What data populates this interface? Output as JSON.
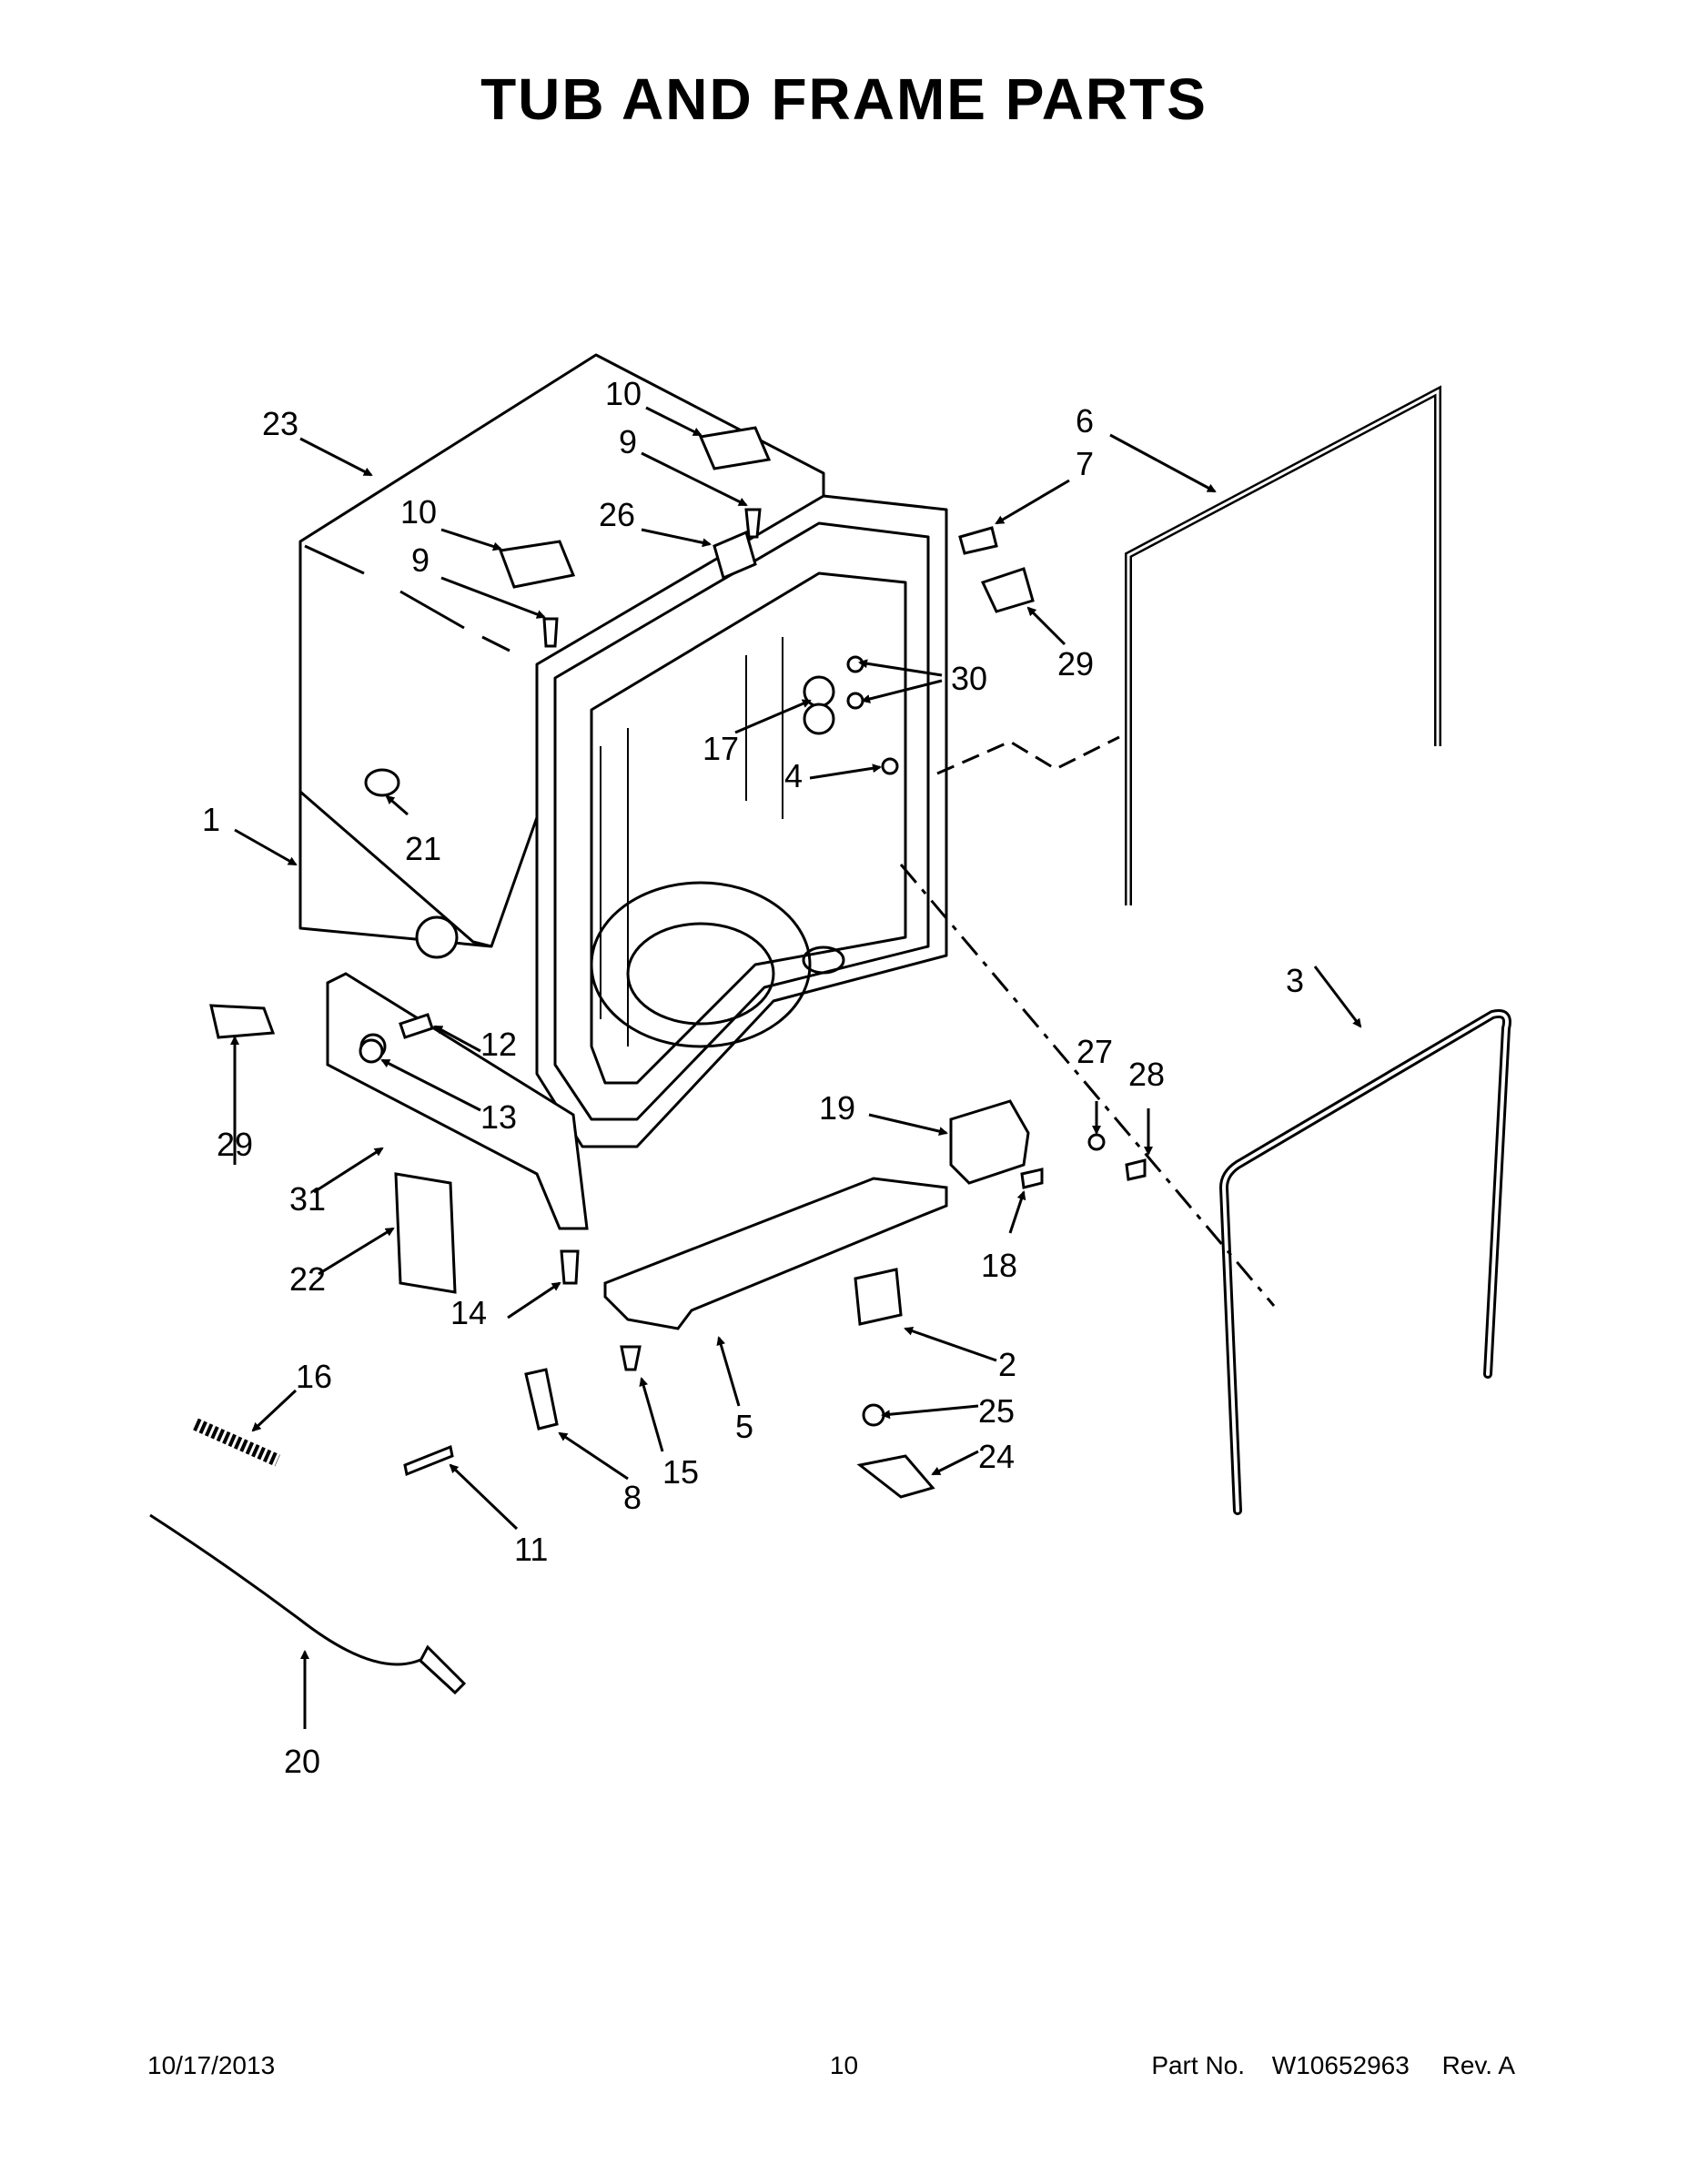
{
  "title": "TUB AND FRAME PARTS",
  "callouts": [
    "1",
    "2",
    "3",
    "4",
    "5",
    "6",
    "7",
    "8",
    "9",
    "9",
    "10",
    "10",
    "11",
    "12",
    "13",
    "14",
    "15",
    "16",
    "17",
    "18",
    "19",
    "20",
    "21",
    "22",
    "23",
    "24",
    "25",
    "26",
    "27",
    "28",
    "29",
    "29",
    "30",
    "31"
  ],
  "footer": {
    "date": "10/17/2013",
    "page": "10",
    "part_label": "Part No.",
    "part_number": "W10652963",
    "revision": "Rev. A"
  }
}
